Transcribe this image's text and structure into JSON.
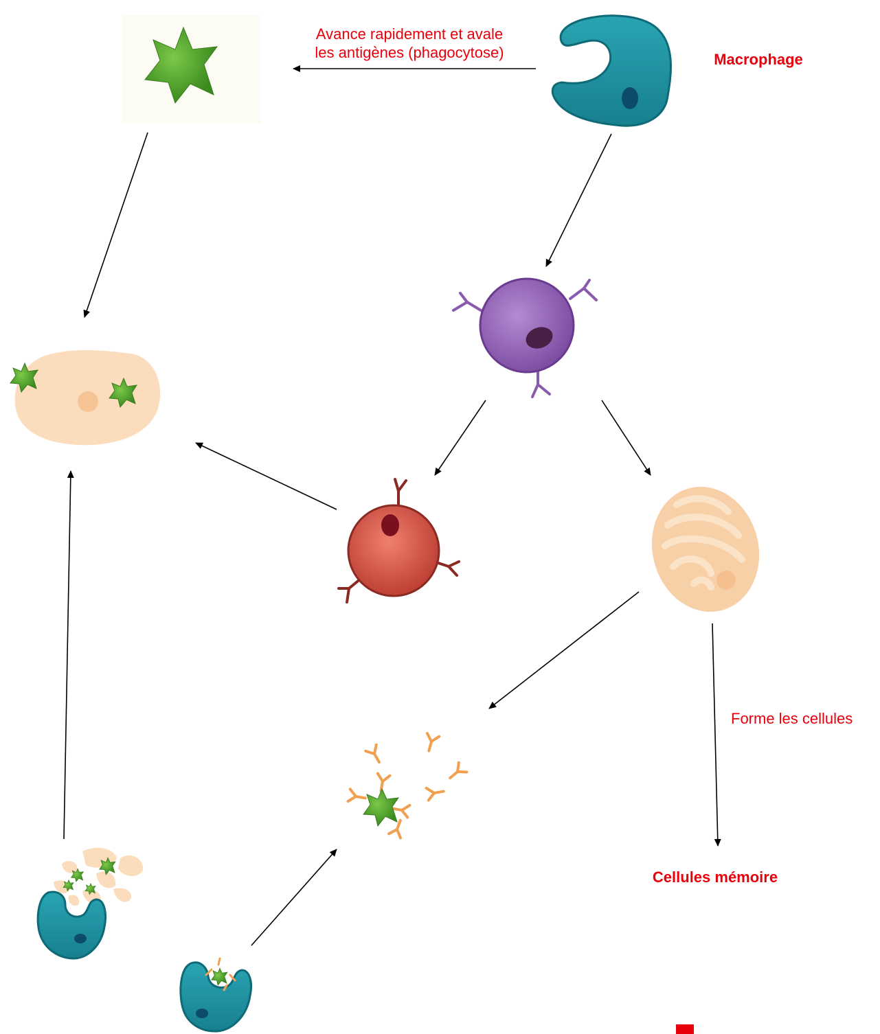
{
  "labels": {
    "phagocytose_line1": "Avance rapidement et avale",
    "phagocytose_line2": "les antigènes (phagocytose)",
    "macrophage": "Macrophage",
    "forme_les_cellules": "Forme les cellules",
    "cellules_memoire": "Cellules mémoire"
  },
  "colors": {
    "text_red": "#e8000b",
    "macrophage_teal": "#1b8a9a",
    "antigen_green": "#4c9a2a",
    "lymphocyte_purple": "#8a5aad",
    "lymphocyte_red": "#c64a3e",
    "plasma_peach": "#f8d0a8",
    "infected_cell_peach": "#fbdcbc",
    "antibody_orange": "#f0a050",
    "marker_red": "#e8000b"
  }
}
